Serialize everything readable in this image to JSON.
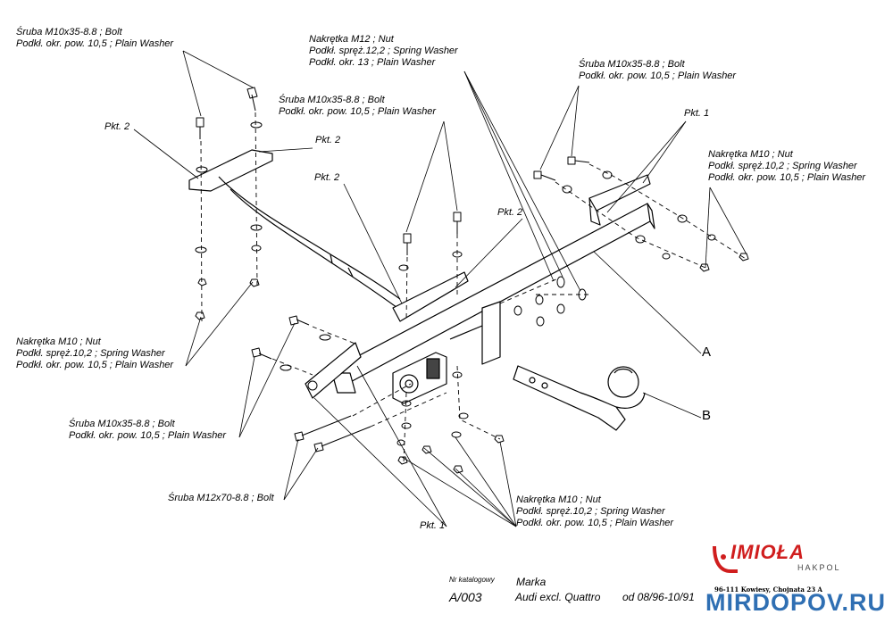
{
  "labels": {
    "l1": [
      "Śruba M10x35-8.8 ;  Bolt",
      "Podkł. okr. pow. 10,5 ; Plain Washer"
    ],
    "l2": [
      "Nakrętka  M12 ; Nut",
      "Podkł. spręż.12,2 ; Spring Washer",
      "Podkł. okr. 13 ; Plain Washer"
    ],
    "l3": [
      "Śruba M10x35-8.8 ;  Bolt",
      "Podkł. okr. pow. 10,5 ; Plain Washer"
    ],
    "l4": [
      "Śruba M10x35-8.8 ;  Bolt",
      "Podkł. okr. pow. 10,5 ; Plain Washer"
    ],
    "pkt2a": "Pkt. 2",
    "pkt2b": "Pkt. 2",
    "pkt2c": "Pkt. 2",
    "pkt2d": "Pkt. 2",
    "pkt1a": "Pkt. 1",
    "pkt1b": "Pkt. 1",
    "l5": [
      "Nakrętka  M10 ; Nut",
      "Podkł. spręż.10,2 ; Spring Washer",
      "Podkł. okr. pow. 10,5 ; Plain Washer"
    ],
    "l6": [
      "Nakrętka  M10 ; Nut",
      "Podkł. spręż.10,2 ; Spring Washer",
      "Podkł. okr. pow. 10,5 ; Plain Washer"
    ],
    "l7": [
      "Śruba M10x35-8.8 ;  Bolt",
      "Podkł. okr. pow. 10,5 ; Plain Washer"
    ],
    "l8": "Śruba M12x70-8.8 ;  Bolt",
    "l9": [
      "Nakrętka  M10 ; Nut",
      "Podkł. spręż.10,2 ; Spring Washer",
      "Podkł. okr. pow. 10,5 ; Plain Washer"
    ],
    "partA": "A",
    "partB": "B"
  },
  "catalog": {
    "nr_label": "Nr katalogowy",
    "marka_label": "Marka",
    "number": "A/003",
    "vehicle": "Audi excl. Quattro",
    "years": "od 08/96-10/91"
  },
  "brand": {
    "name": "IMIOŁA",
    "sub": "HAKPOL",
    "address": "96-111 Kowiesy, Chojnata 23 A",
    "color": "#d01e1e"
  },
  "watermark": {
    "text": "MIRDOPOV.RU",
    "color": "#2f6fb3"
  }
}
